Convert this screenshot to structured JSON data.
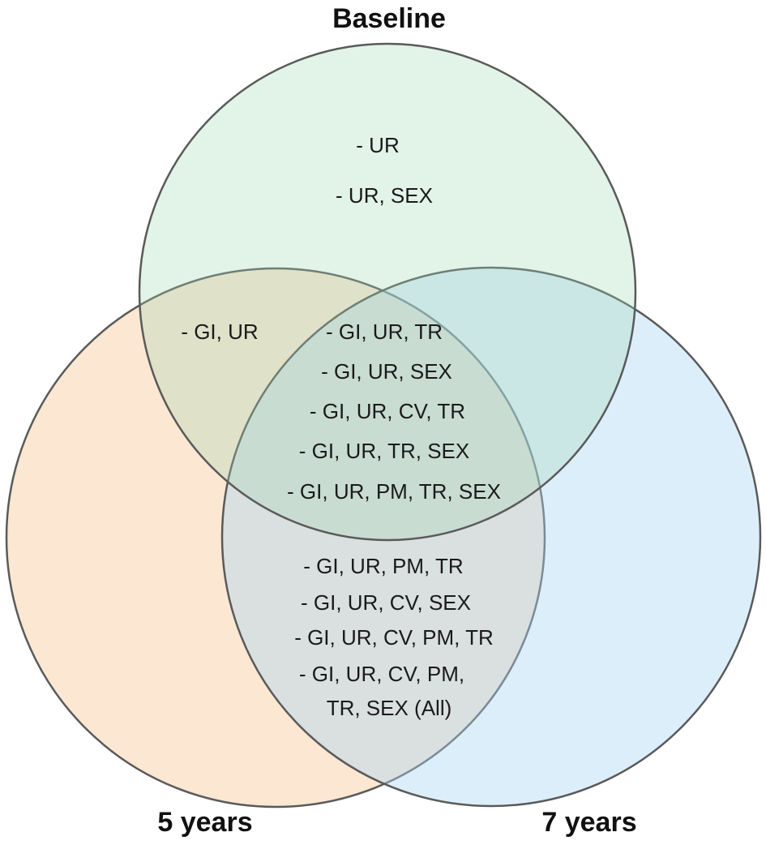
{
  "diagram": {
    "type": "venn",
    "sets": [
      {
        "id": "baseline",
        "title": "Baseline",
        "fill": "#9fd6b2"
      },
      {
        "id": "five",
        "title": "5 years",
        "fill": "#f5c48e"
      },
      {
        "id": "seven",
        "title": "7 years",
        "fill": "#a9d4f6"
      }
    ],
    "regions": {
      "baseline_only": [
        "- UR",
        "- UR, SEX"
      ],
      "baseline_five": [
        "- GI, UR"
      ],
      "all_three": [
        "- GI, UR, TR",
        "- GI, UR, SEX",
        "- GI, UR, CV, TR",
        "- GI, UR, TR, SEX",
        "- GI, UR, PM, TR, SEX"
      ],
      "five_seven": [
        "- GI, UR, PM, TR",
        "- GI, UR, CV, SEX",
        "- GI, UR, CV, PM, TR",
        "- GI, UR, CV, PM,",
        "TR, SEX (All)"
      ]
    }
  }
}
